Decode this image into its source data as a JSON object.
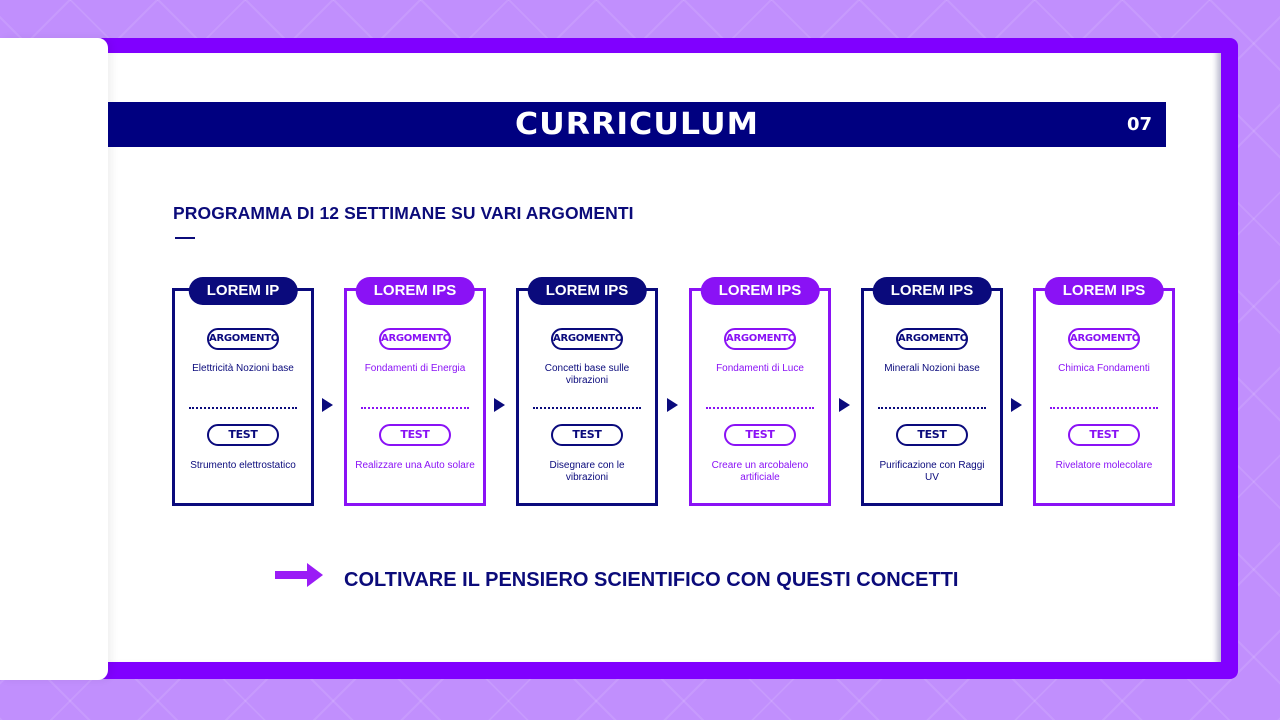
{
  "header": {
    "title": "CURRICULUM",
    "page_number": "07"
  },
  "subtitle": "PROGRAMMA DI 12 SETTIMANE SU VARI ARGOMENTI",
  "cards": [
    {
      "header": "LOREM IP",
      "theme": "navy",
      "topic_label": "ARGOMENTO",
      "topic": "Elettricità Nozioni base",
      "test_label": "TEST",
      "test": "Strumento elettrostatico"
    },
    {
      "header": "LOREM IPS",
      "theme": "purple",
      "topic_label": "ARGOMENTO",
      "topic": "Fondamenti di Energia",
      "test_label": "TEST",
      "test": "Realizzare una Auto solare"
    },
    {
      "header": "LOREM IPS",
      "theme": "navy",
      "topic_label": "ARGOMENTO",
      "topic": "Concetti base sulle vibrazioni",
      "test_label": "TEST",
      "test": "Disegnare con le vibrazioni"
    },
    {
      "header": "LOREM IPS",
      "theme": "purple",
      "topic_label": "ARGOMENTO",
      "topic": "Fondamenti di Luce",
      "test_label": "TEST",
      "test": "Creare un arcobaleno artificiale"
    },
    {
      "header": "LOREM IPS",
      "theme": "navy",
      "topic_label": "ARGOMENTO",
      "topic": "Minerali Nozioni base",
      "test_label": "TEST",
      "test": "Purificazione con Raggi UV"
    },
    {
      "header": "LOREM IPS",
      "theme": "purple",
      "topic_label": "ARGOMENTO",
      "topic": "Chimica Fondamenti",
      "test_label": "TEST",
      "test": "Rivelatore molecolare"
    }
  ],
  "cta": {
    "icon": "arrow-right-icon",
    "text": "COLTIVARE IL PENSIERO SCIENTIFICO CON QUESTI CONCETTI"
  },
  "colors": {
    "navy": "#0a0a7c",
    "purple": "#8a12f5",
    "frame": "#8000ff",
    "background": "#c18ffd",
    "title_bar": "#000080"
  }
}
